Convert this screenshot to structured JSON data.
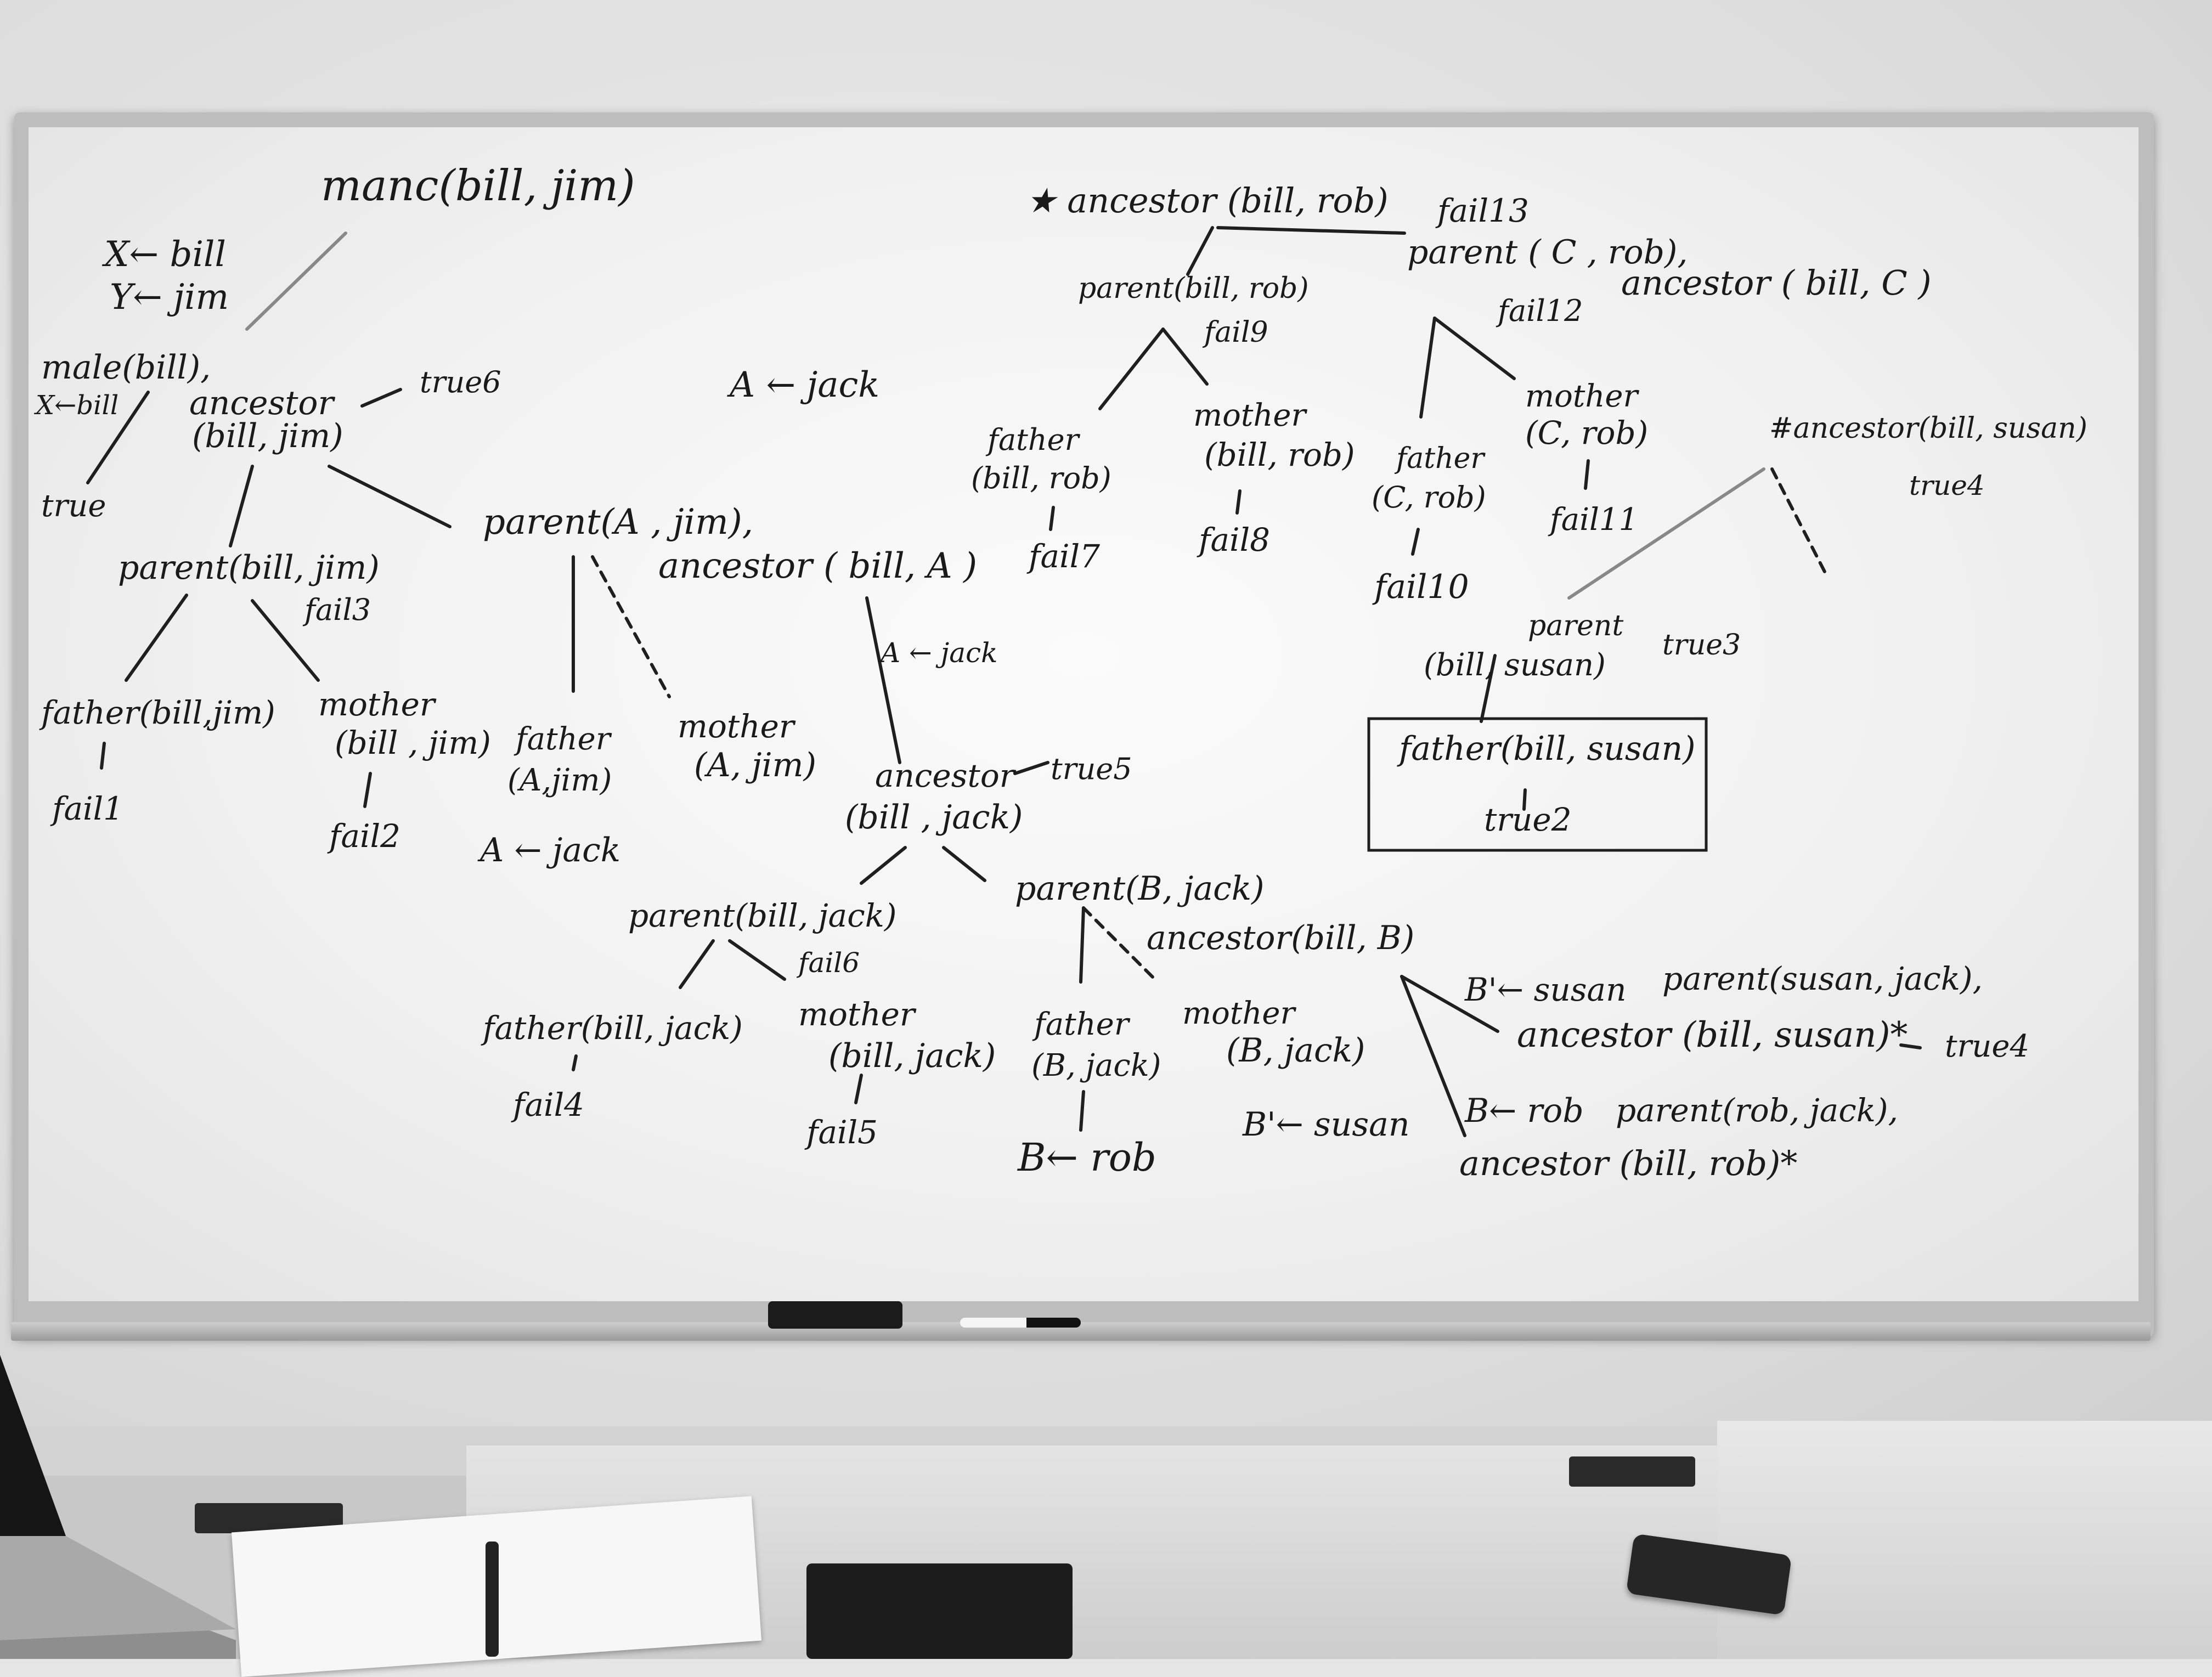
{
  "whiteboard": {
    "labels": {
      "left_root": "manc(bill, jim)",
      "x_bind": "X← bill",
      "y_bind": "Y← jim",
      "male": "male(bill),",
      "x_bill": "X←bill",
      "ancestor1_a": "ancestor",
      "ancestor1_b": "(bill, jim)",
      "true6": "true6",
      "true_left": "true",
      "a_jack_top": "A ← jack",
      "parent_bill_jim": "parent(bill, jim)",
      "fail3": "fail3",
      "parent_a_jim": "parent(A , jim),",
      "ancestor_bill_a": "ancestor ( bill, A )",
      "father_bill_jim": "father(bill,jim)",
      "mother_bill_jim_a": "mother",
      "mother_bill_jim_b": "(bill , jim)",
      "father_a_jim_a": "father",
      "father_a_jim_b": "(A,jim)",
      "mother_a_jim_a": "mother",
      "mother_a_jim_b": "(A, jim)",
      "a_jack_arrow": "A ← jack",
      "fail1": "fail1",
      "fail2": "fail2",
      "a_jack_low": "A ← jack",
      "ancestor_bill_jack_a": "ancestor",
      "ancestor_bill_jack_b": "(bill , jack)",
      "true5": "true5",
      "parent_bill_jack": "parent(bill, jack)",
      "fail6": "fail6",
      "parent_b_jack": "parent(B, jack)",
      "ancestor_bill_b": "ancestor(bill, B)",
      "father_bill_jack": "father(bill, jack)",
      "mother_bill_jack_a": "mother",
      "mother_bill_jack_b": "(bill, jack)",
      "father_b_jack_a": "father",
      "father_b_jack_b": "(B, jack)",
      "mother_b_jack_a": "mother",
      "mother_b_jack_b": "(B, jack)",
      "b_susan_1": "B'← susan",
      "parent_susan_jack": "parent(susan, jack),",
      "ancestor_bill_susan_star": "ancestor (bill, susan)*",
      "true4_low": "true4",
      "fail4": "fail4",
      "fail5": "fail5",
      "b_rob": "B← rob",
      "b_susan_2": "B'← susan",
      "b_rob_2": "B← rob",
      "parent_rob_jack": "parent(rob, jack),",
      "ancestor_bill_rob_star": "ancestor (bill, rob)*",
      "top_root": "★ ancestor (bill, rob)",
      "fail13": "fail13",
      "parent_bill_rob": "parent(bill, rob)",
      "fail9": "fail9",
      "parent_c_rob": "parent ( C , rob),",
      "fail12": "fail12",
      "ancestor_bill_c": "ancestor ( bill, C )",
      "father_bill_rob_a": "father",
      "father_bill_rob_b": "(bill, rob)",
      "fail7": "fail7",
      "mother_bill_rob_a": "mother",
      "mother_bill_rob_b": "(bill, rob)",
      "fail8": "fail8",
      "father_c_rob_a": "father",
      "father_c_rob_b": "(C, rob)",
      "fail10": "fail10",
      "mother_c_rob_a": "mother",
      "mother_c_rob_b": "(C, rob)",
      "fail11": "fail11",
      "hash_ancestor": "#ancestor(bill, susan)",
      "true4_top": "true4",
      "parent_bill_susan_a": "parent",
      "parent_bill_susan_b": "(bill, susan)",
      "true3": "true3",
      "father_bill_susan": "father(bill, susan)",
      "true2": "true2"
    }
  }
}
